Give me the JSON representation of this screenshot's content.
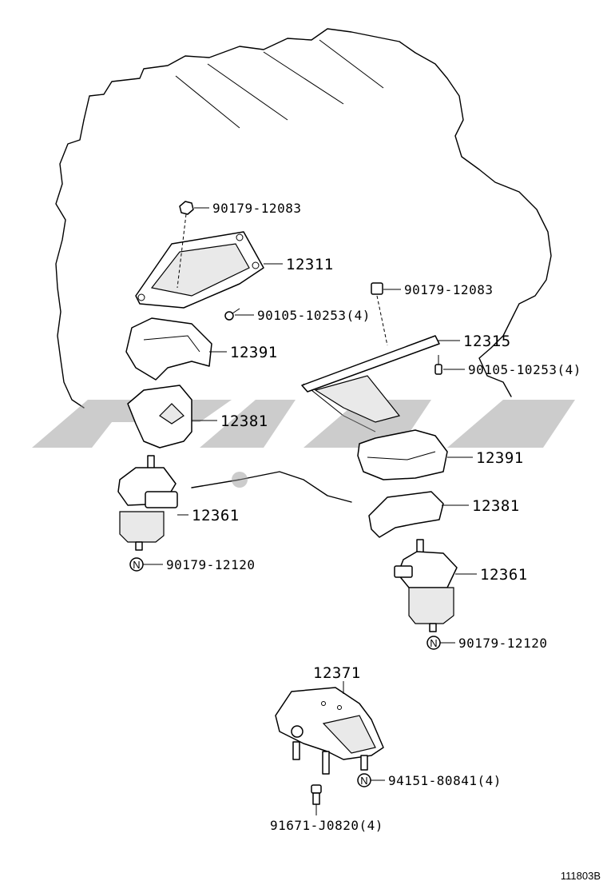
{
  "callouts": {
    "nut_left": "90179-12083",
    "bracket_left": "12311",
    "bolt_left": "90105-10253(4)",
    "insulator_left": "12391",
    "stopper_left": "12381",
    "mount_left": "12361",
    "nut_mount_left": "90179-12120",
    "nut_right": "90179-12083",
    "bracket_right": "12315",
    "bolt_right": "90105-10253(4)",
    "insulator_right": "12391",
    "stopper_right": "12381",
    "mount_right": "12361",
    "nut_mount_right": "90179-12120",
    "rear_mount": "12371",
    "rear_bolt_n": "94151-80841(4)",
    "rear_bolt": "91671-J0820(4)"
  },
  "marker": "N",
  "figure_id": "111803B",
  "colors": {
    "ink": "#000000",
    "watermark": "#9a9a9a",
    "background": "#ffffff"
  }
}
